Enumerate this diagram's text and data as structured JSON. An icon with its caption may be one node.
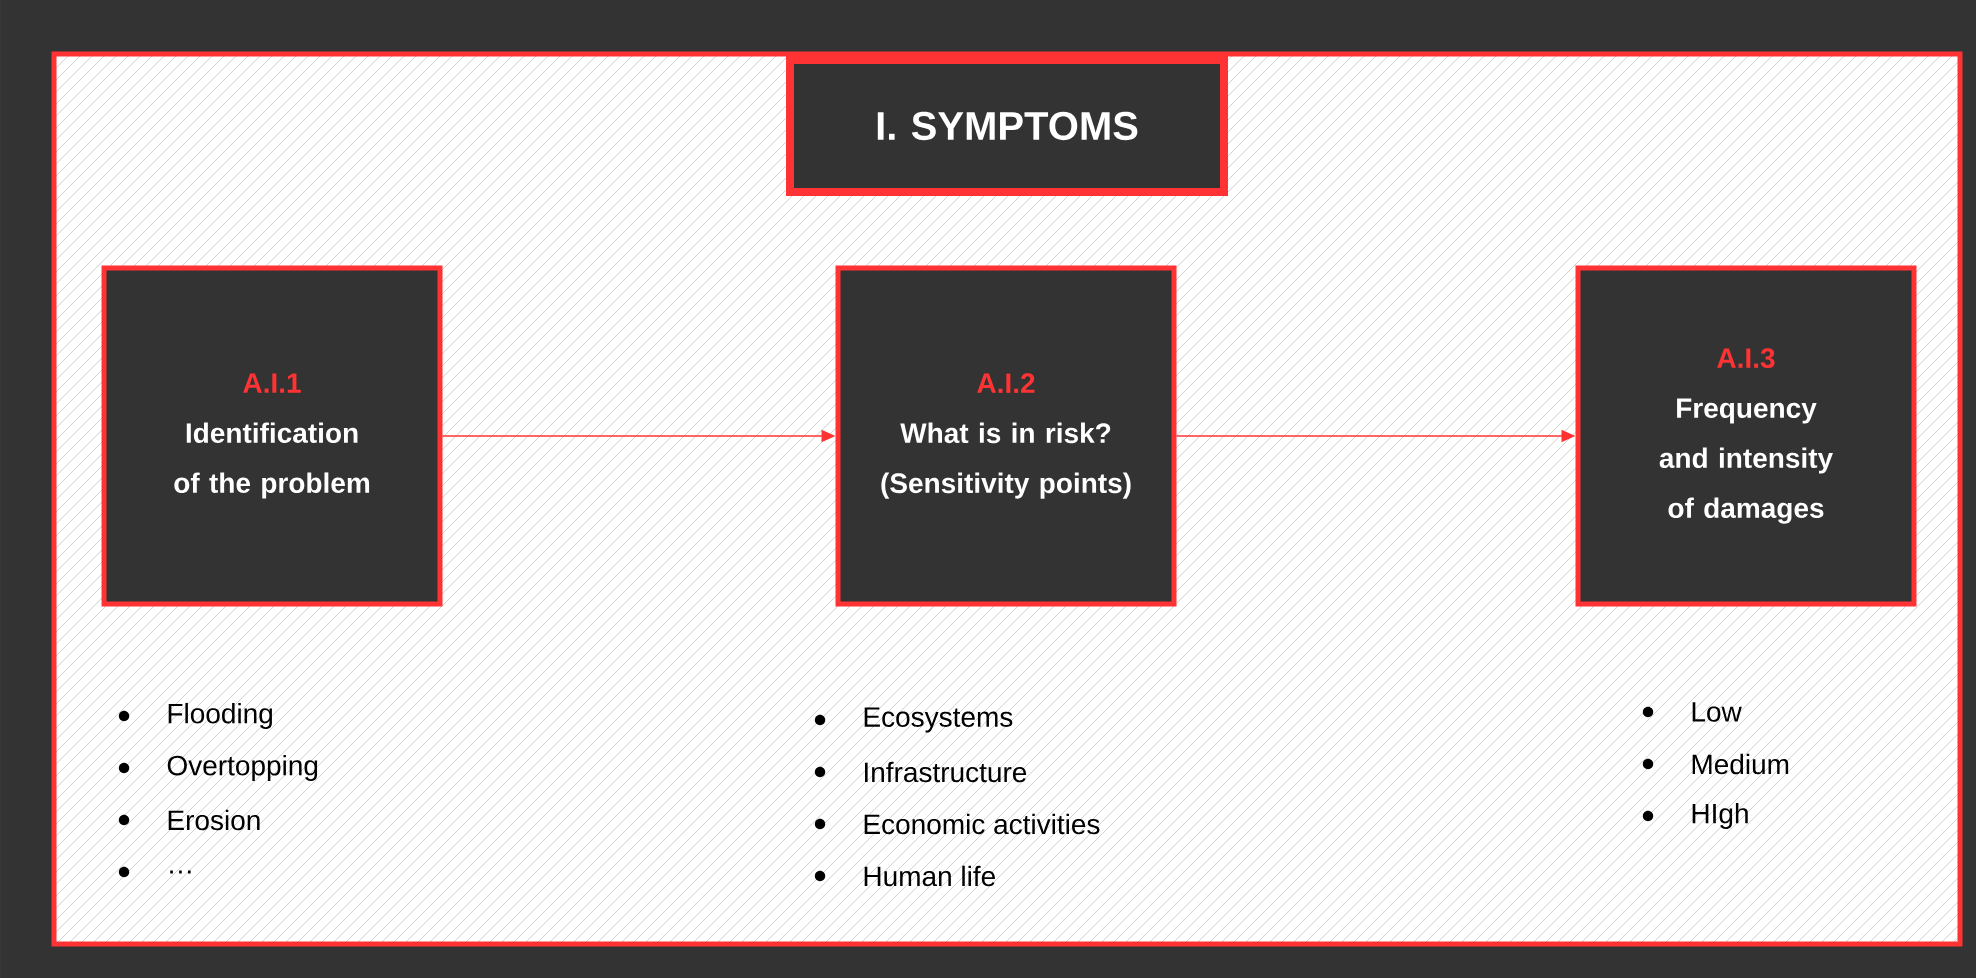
{
  "diagram": {
    "nodes": [
      {
        "text": [
          "I. SYMPTOMS"
        ]
      },
      {
        "text": [
          "A.I.1",
          "Identification of the problem"
        ]
      },
      {
        "text": [
          "A.I.2",
          "What is in risk? (Sensitivity points)"
        ]
      },
      {
        "text": [
          "A.I.3",
          "Frequency and intensity of damages"
        ]
      }
    ],
    "edges": [
      {
        "from": 1,
        "to": 2,
        "arrow": "to"
      },
      {
        "from": 2,
        "to": 3,
        "arrow": "to"
      }
    ],
    "labels": [
      "Flooding",
      "Overtopping",
      "Erosion",
      "…",
      "Ecosystems",
      "Infrastructure",
      "Economic activities",
      "Human life",
      "Low",
      "Medium",
      "HIgh"
    ]
  }
}
